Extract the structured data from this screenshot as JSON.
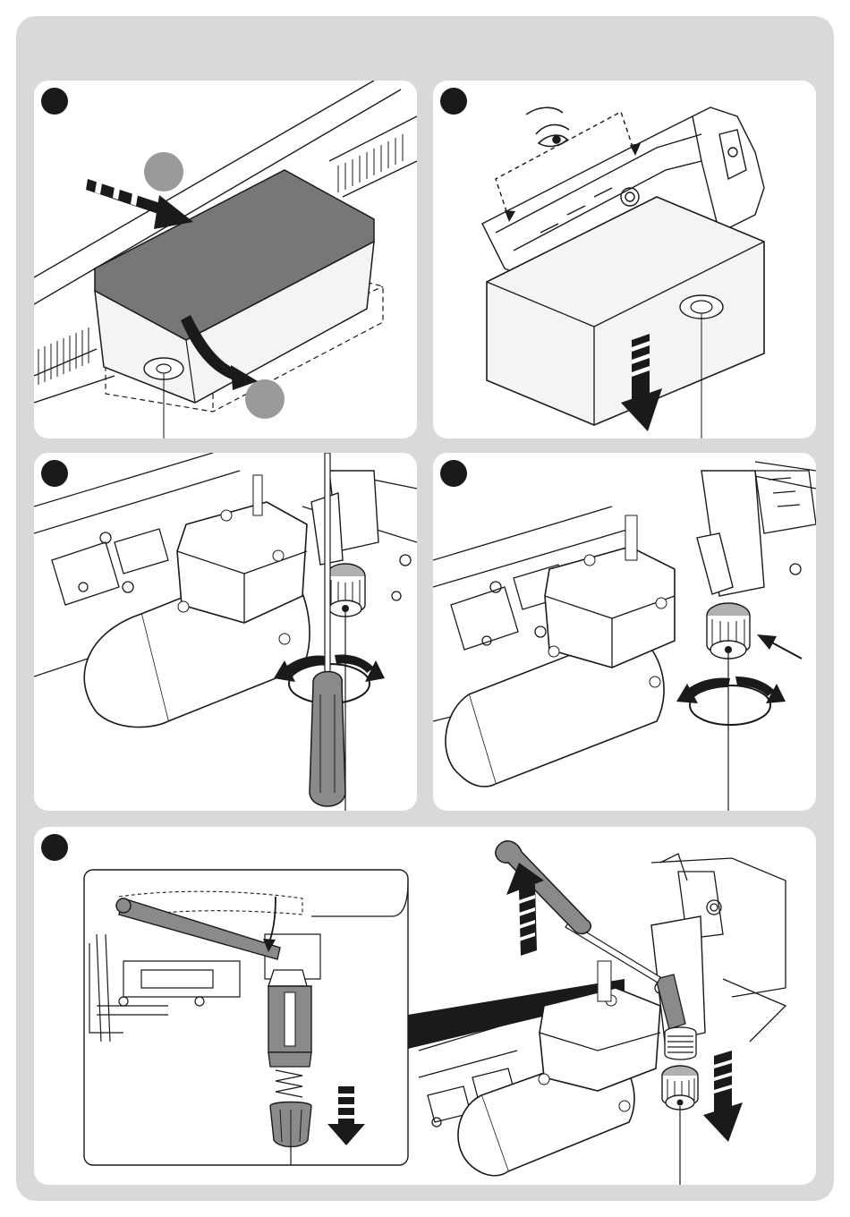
{
  "steps": [
    {
      "id": 1,
      "number": "",
      "callouts": [
        "",
        ""
      ]
    },
    {
      "id": 2,
      "number": ""
    },
    {
      "id": 3,
      "number": ""
    },
    {
      "id": 4,
      "number": ""
    },
    {
      "id": 5,
      "number": ""
    }
  ],
  "icons": {
    "step_marker": "black-circle",
    "callout_marker": "grey-circle",
    "inspect": "eye-icon",
    "press": "hatched-arrow-icon",
    "rotate": "rotation-arrow-icon",
    "tool": "screwdriver-icon"
  },
  "colors": {
    "background": "#d9d9d9",
    "panel": "#ffffff",
    "line_art": "#1a1a1a",
    "cover_shade": "#777777",
    "callout_marker": "#9a9a9a"
  }
}
